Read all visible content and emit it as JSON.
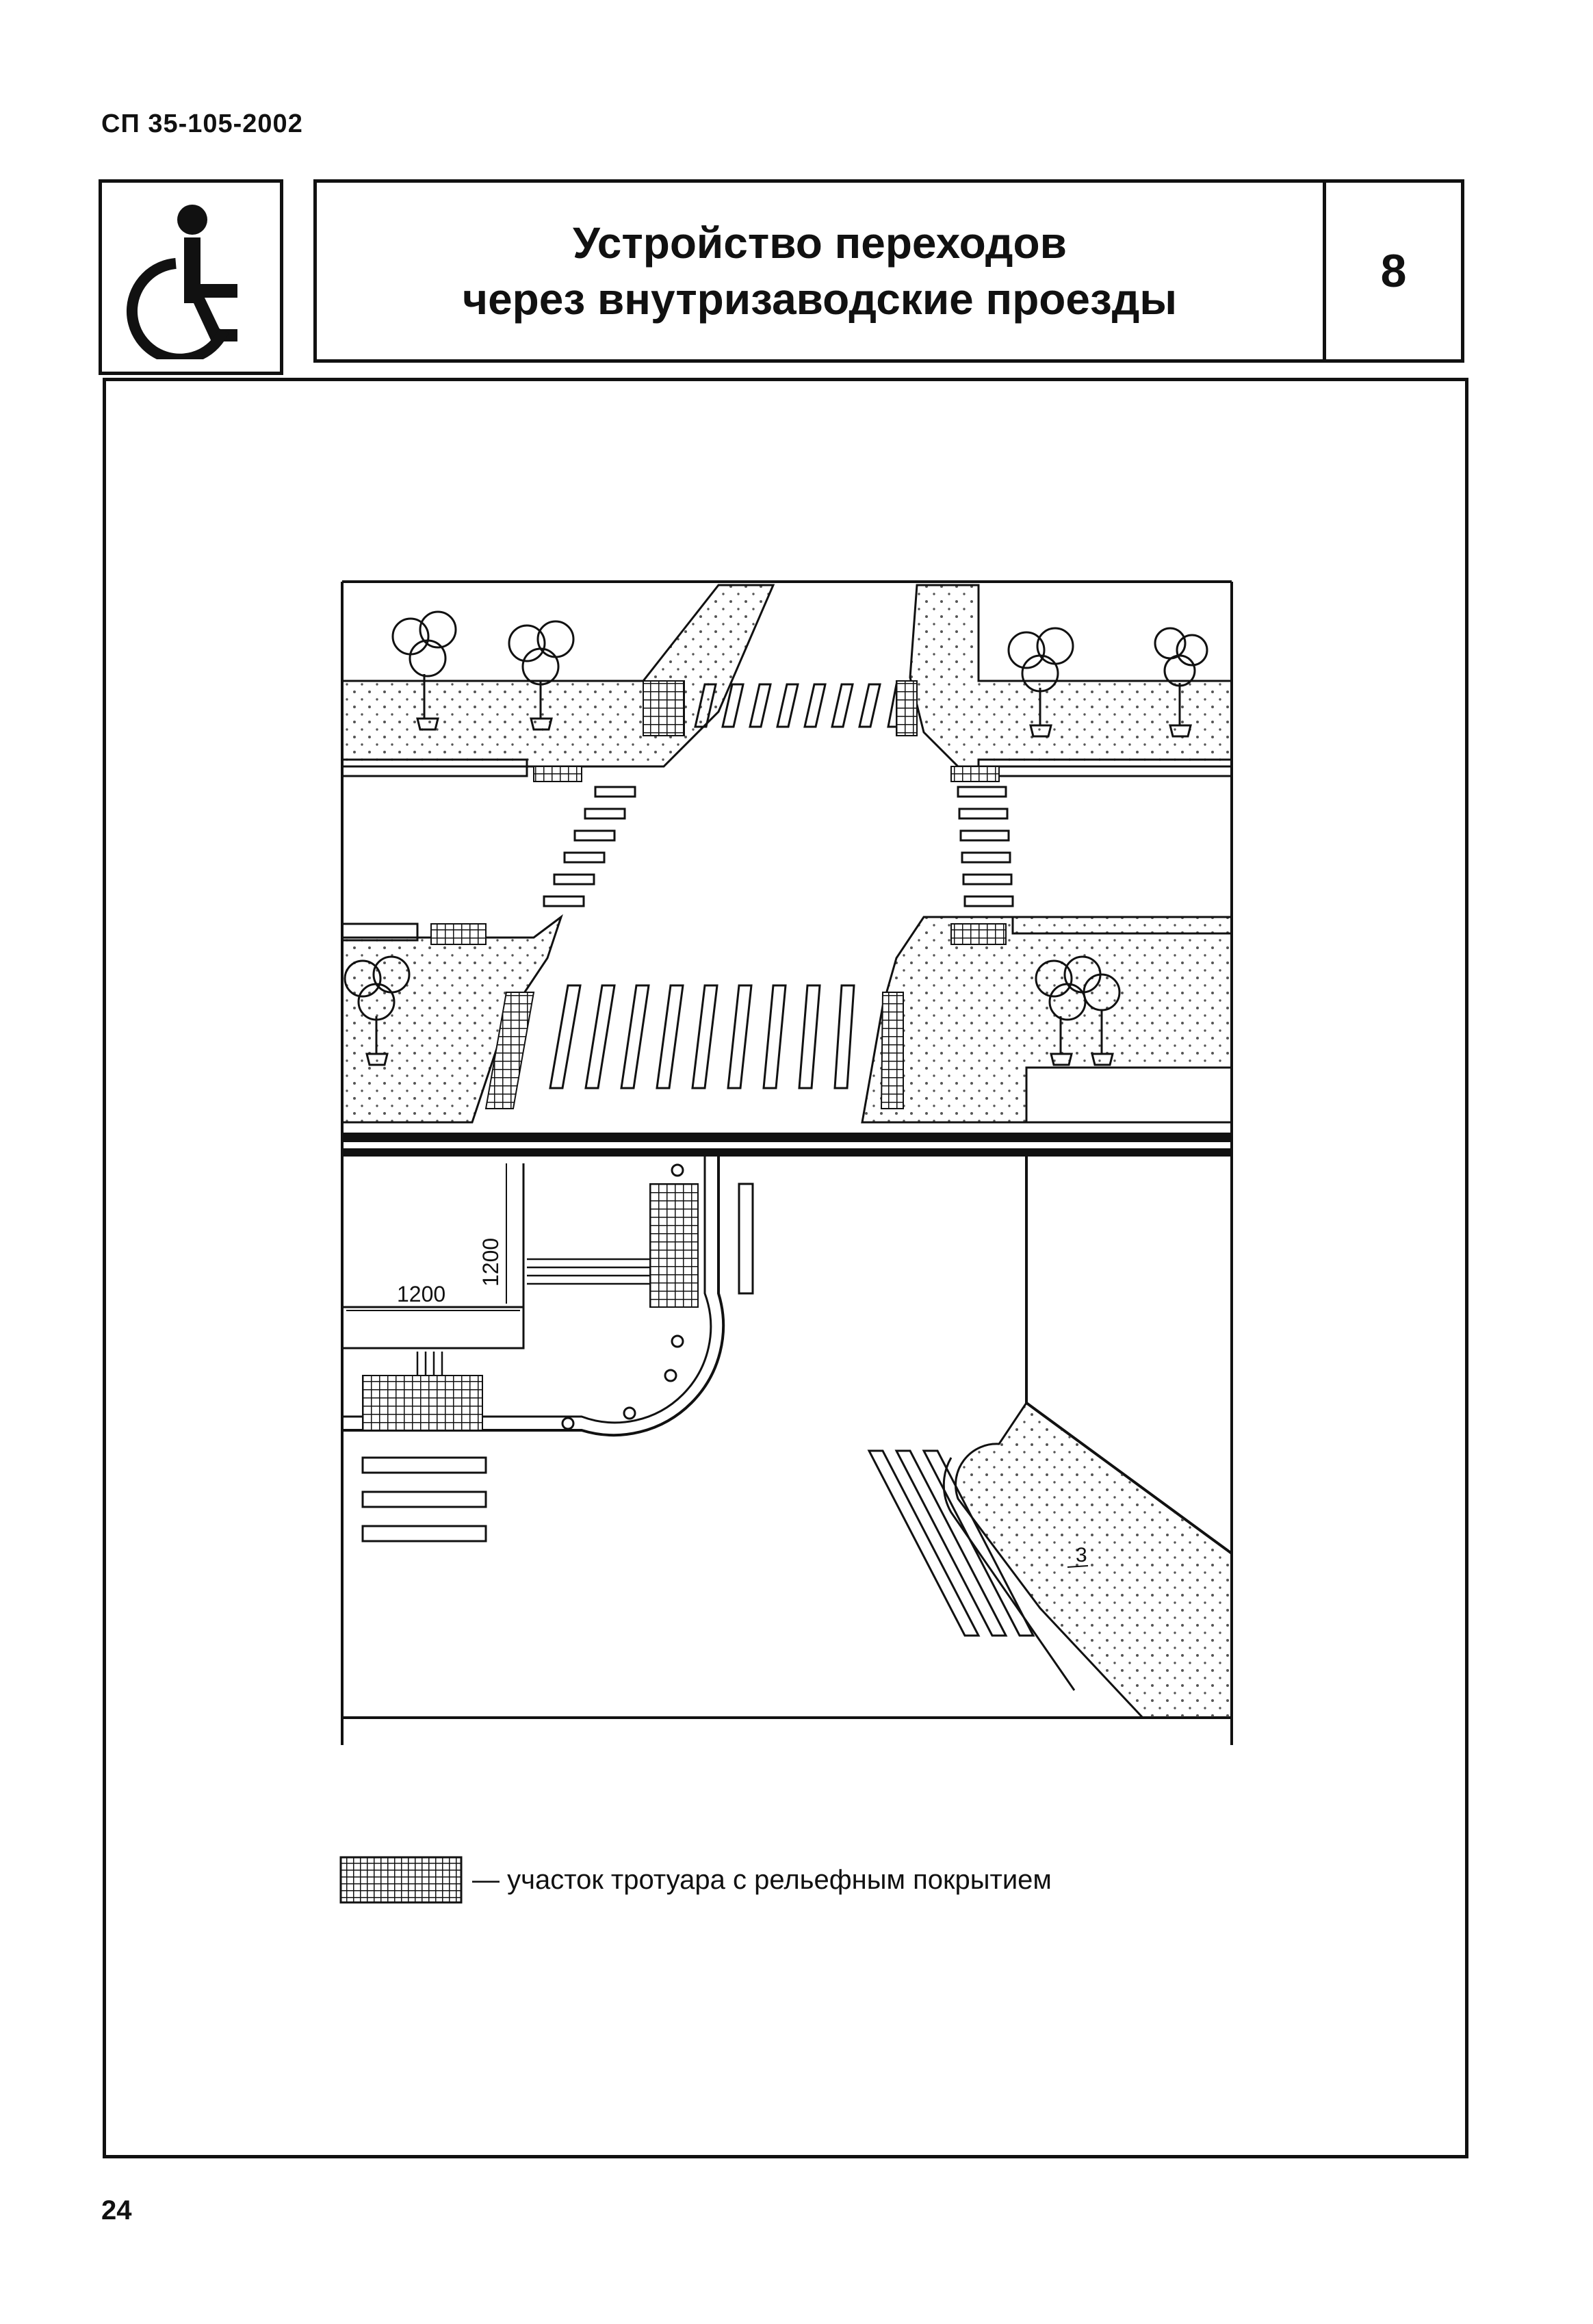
{
  "header": {
    "doc_code": "СП 35-105-2002"
  },
  "sheet": {
    "title_line1": "Устройство переходов",
    "title_line2": "через внутризаводские проезды",
    "sheet_number": "8",
    "icon": "wheelchair-accessibility-icon"
  },
  "drawing": {
    "dim_horizontal": "1200",
    "dim_vertical": "1200",
    "section_mark": "3"
  },
  "legend": {
    "text": "— участок тротуара с рельефным покрытием",
    "pattern": "tactile-paving-grid"
  },
  "footer": {
    "page_number": "24"
  },
  "colors": {
    "ink": "#111111",
    "paper": "#ffffff",
    "paving_dots": "#555555"
  }
}
